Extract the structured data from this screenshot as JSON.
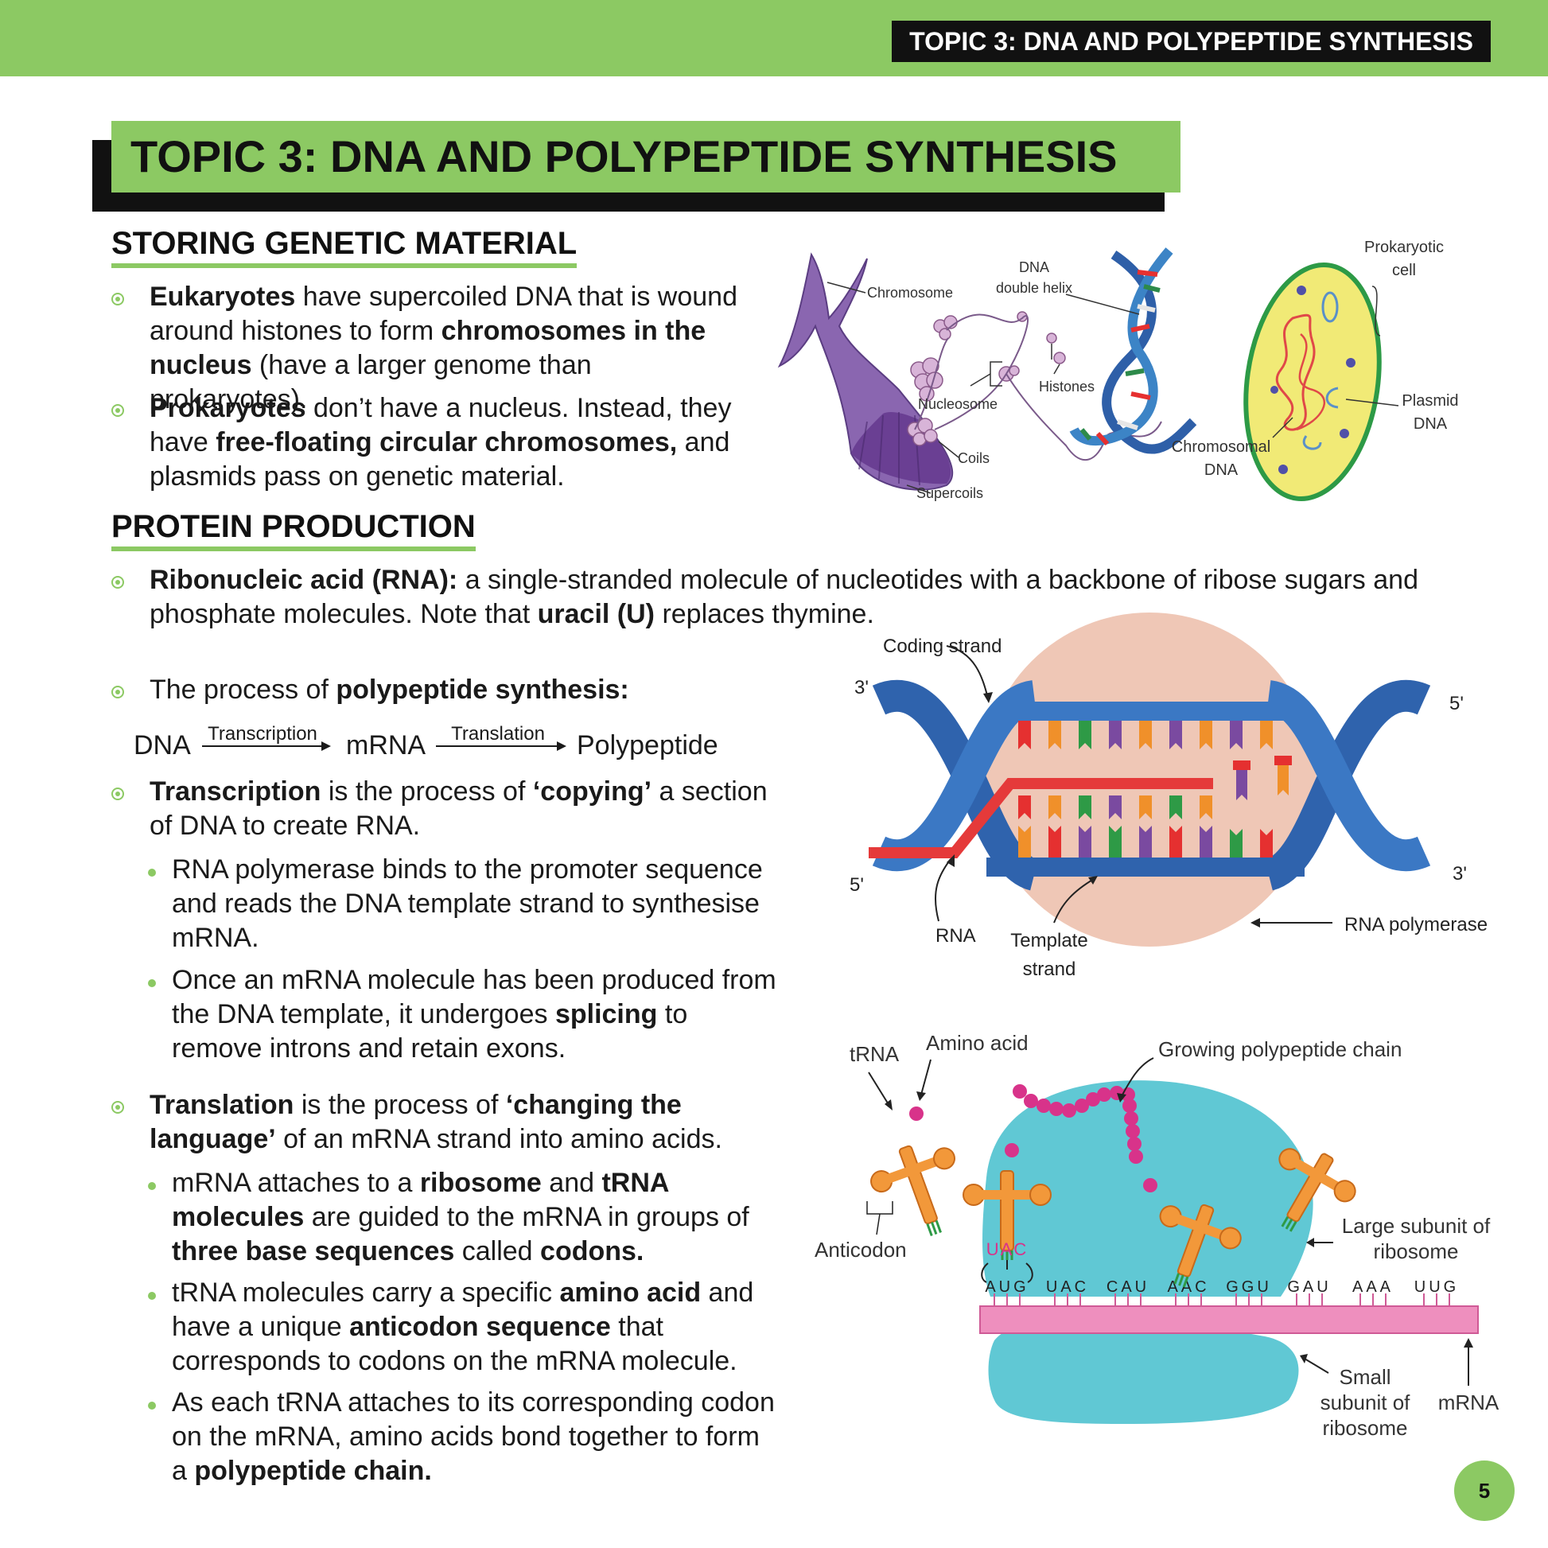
{
  "header": {
    "tab": "TOPIC 3: DNA AND POLYPEPTIDE SYNTHESIS"
  },
  "title": "TOPIC 3: DNA AND POLYPEPTIDE SYNTHESIS",
  "section1": {
    "heading": "STORING GENETIC MATERIAL",
    "b1": {
      "t1": "Eukaryotes",
      "t2": " have supercoiled DNA that is wound around histones to form ",
      "t3": "chromosomes in the nucleus",
      "t4": " (have a larger genome than prokaryotes)."
    },
    "b2": {
      "t1": "Prokaryotes",
      "t2": " don’t have a nucleus. Instead, they have ",
      "t3": "free-floating circular chromosomes,",
      "t4": " and plasmids pass on genetic material."
    }
  },
  "fig1": {
    "chromosome": "Chromosome",
    "dna_l1": "DNA",
    "dna_l2": "double helix",
    "histones": "Histones",
    "nucleosome": "Nucleosome",
    "coils": "Coils",
    "supercoils": "Supercoils",
    "prok_l1": "Prokaryotic",
    "prok_l2": "cell",
    "plasmid_l1": "Plasmid",
    "plasmid_l2": "DNA",
    "chromo_l1": "Chromosomal",
    "chromo_l2": "DNA"
  },
  "section2": {
    "heading": "PROTEIN PRODUCTION",
    "b1": {
      "t1": "Ribonucleic acid (RNA):",
      "t2": " a single-stranded molecule of nucleotides with a backbone of ribose sugars and phosphate molecules. Note that ",
      "t3": "uracil (U)",
      "t4": " replaces thymine."
    },
    "b2": {
      "t1": "The process of ",
      "t2": "polypeptide synthesis:"
    },
    "flow": {
      "dna": "DNA",
      "transcription": "Transcription",
      "mrna": "mRNA",
      "translation": "Translation",
      "polypeptide": "Polypeptide"
    },
    "b3": {
      "t1": "Transcription",
      "t2": " is the process of ",
      "t3": "‘copying’",
      "t4": " a section of DNA to create RNA."
    },
    "b3s1": "RNA polymerase binds to the promoter sequence and reads the DNA template strand to synthesise mRNA.",
    "b3s2": {
      "t1": "Once an mRNA molecule has been produced from the DNA template, it undergoes ",
      "t2": "splicing",
      "t3": " to remove introns and retain exons."
    },
    "b4": {
      "t1": "Translation",
      "t2": " is the process of ",
      "t3": "‘changing the language’",
      "t4": " of an mRNA strand into amino acids."
    },
    "b4s1": {
      "t1": "mRNA attaches to a ",
      "t2": "ribosome",
      "t3": " and ",
      "t4": "tRNA molecules",
      "t5": " are guided to the mRNA in groups of ",
      "t6": "three base sequences",
      "t7": " called ",
      "t8": "codons."
    },
    "b4s2": {
      "t1": "tRNA molecules carry a specific ",
      "t2": "amino acid",
      "t3": " and have a unique ",
      "t4": "anticodon sequence",
      "t5": " that corresponds to codons on the mRNA molecule."
    },
    "b4s3": {
      "t1": "As each tRNA attaches to its corresponding codon on the mRNA, amino acids bond together to form a ",
      "t2": "polypeptide chain."
    }
  },
  "fig2": {
    "coding": "Coding strand",
    "p3a": "3'",
    "p5a": "5'",
    "p5b": "5'",
    "p3b": "3'",
    "rna": "RNA",
    "template_l1": "Template",
    "template_l2": "strand",
    "polymerase": "RNA polymerase"
  },
  "fig3": {
    "trna": "tRNA",
    "amino": "Amino acid",
    "growing": "Growing polypeptide chain",
    "anticodon": "Anticodon",
    "uac": "UAC",
    "large_l1": "Large subunit of",
    "large_l2": "ribosome",
    "codons": [
      "AUG",
      "UAC",
      "CAU",
      "AAC",
      "GGU",
      "GAU",
      "AAA",
      "UUG"
    ],
    "small_l1": "Small",
    "small_l2": "subunit of",
    "small_l3": "ribosome",
    "mrna": "mRNA"
  },
  "page_number": "5"
}
